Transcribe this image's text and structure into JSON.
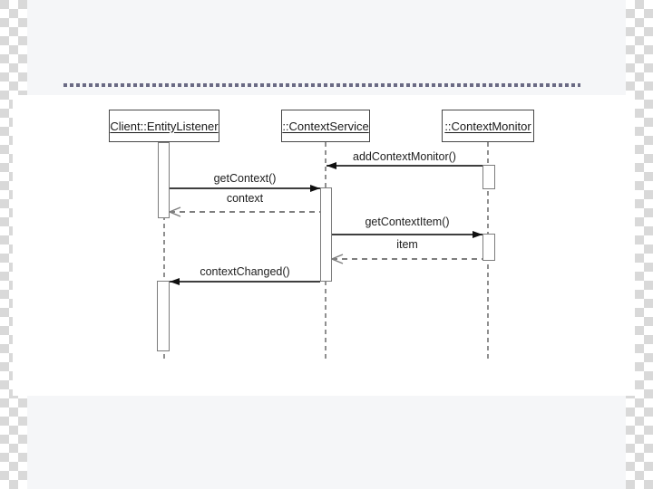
{
  "diagram": {
    "type": "uml-sequence",
    "participants": [
      {
        "label": "Client::EntityListener"
      },
      {
        "label": "::ContextService"
      },
      {
        "label": "::ContextMonitor"
      }
    ],
    "messages": [
      {
        "label": "addContextMonitor()",
        "from": "::ContextMonitor",
        "to": "::ContextService",
        "style": "solid-call"
      },
      {
        "label": "getContext()",
        "from": "Client::EntityListener",
        "to": "::ContextService",
        "style": "solid-call"
      },
      {
        "label": "context",
        "from": "::ContextService",
        "to": "Client::EntityListener",
        "style": "dashed-return"
      },
      {
        "label": "getContextItem()",
        "from": "::ContextService",
        "to": "::ContextMonitor",
        "style": "solid-call"
      },
      {
        "label": "item",
        "from": "::ContextMonitor",
        "to": "::ContextService",
        "style": "dashed-return"
      },
      {
        "label": "contextChanged()",
        "from": "::ContextService",
        "to": "Client::EntityListener",
        "style": "solid-call"
      }
    ],
    "colors": {
      "checker_dark": "#d9d9d9",
      "checker_light": "#ffffff",
      "slide_background": "#f5f6f8",
      "page_background": "#ffffff",
      "separator_dots": "#6a6a84",
      "box_border": "#474747",
      "text": "#1d1d1d",
      "lifeline": "#8f8f8f",
      "solid_arrow": "#3f3f3f",
      "return_arrow": "#7e7e7e"
    }
  }
}
